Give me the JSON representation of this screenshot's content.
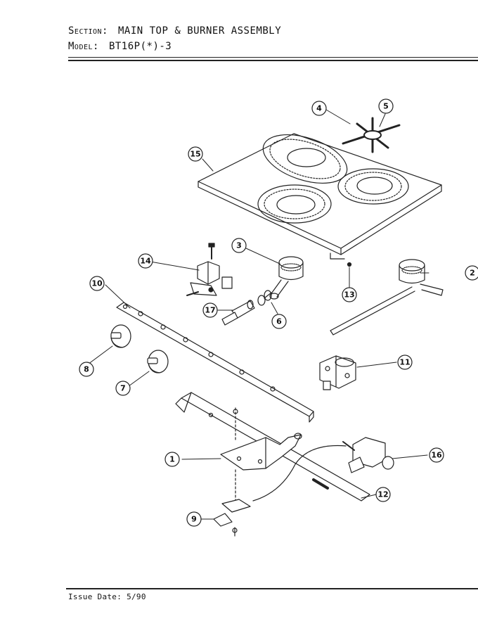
{
  "header": {
    "section_label": "Section:",
    "section_value": "MAIN TOP & BURNER ASSEMBLY",
    "model_label": "Model:",
    "model_value": "BT16P(*)-3"
  },
  "footer": {
    "issue_date": "Issue Date: 5/90"
  },
  "callouts": [
    "1",
    "2",
    "3",
    "4",
    "5",
    "6",
    "7",
    "8",
    "9",
    "10",
    "11",
    "12",
    "13",
    "14",
    "15",
    "16",
    "17"
  ]
}
